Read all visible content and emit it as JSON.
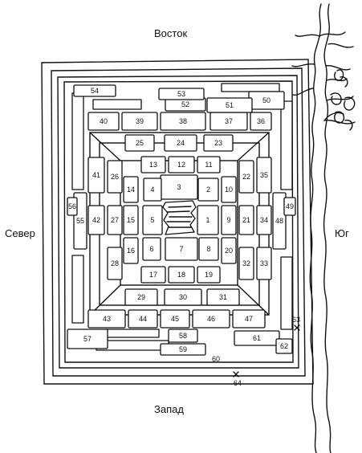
{
  "directions": {
    "east": "Восток",
    "west": "Запад",
    "north": "Север",
    "south": "Юг"
  },
  "plots": [
    {
      "id": "1",
      "label": "1"
    },
    {
      "id": "2",
      "label": "2"
    },
    {
      "id": "3",
      "label": "3"
    },
    {
      "id": "4",
      "label": "4"
    },
    {
      "id": "5",
      "label": "5"
    },
    {
      "id": "6",
      "label": "6"
    },
    {
      "id": "7",
      "label": "7"
    },
    {
      "id": "8",
      "label": "8"
    },
    {
      "id": "9",
      "label": "9"
    },
    {
      "id": "10",
      "label": "10"
    },
    {
      "id": "11",
      "label": "11"
    },
    {
      "id": "12",
      "label": "12"
    },
    {
      "id": "13",
      "label": "13"
    },
    {
      "id": "14",
      "label": "14"
    },
    {
      "id": "15",
      "label": "15"
    },
    {
      "id": "16",
      "label": "16"
    },
    {
      "id": "17",
      "label": "17"
    },
    {
      "id": "18",
      "label": "18"
    },
    {
      "id": "19",
      "label": "19"
    },
    {
      "id": "20",
      "label": "20"
    },
    {
      "id": "21",
      "label": "21"
    },
    {
      "id": "22",
      "label": "22"
    },
    {
      "id": "23",
      "label": "23"
    },
    {
      "id": "24",
      "label": "24"
    },
    {
      "id": "25",
      "label": "25"
    },
    {
      "id": "26",
      "label": "26"
    },
    {
      "id": "27",
      "label": "27"
    },
    {
      "id": "28",
      "label": "28"
    },
    {
      "id": "29",
      "label": "29"
    },
    {
      "id": "30",
      "label": "30"
    },
    {
      "id": "31",
      "label": "31"
    },
    {
      "id": "32",
      "label": "32"
    },
    {
      "id": "33",
      "label": "33"
    },
    {
      "id": "34",
      "label": "34"
    },
    {
      "id": "35",
      "label": "35"
    },
    {
      "id": "36",
      "label": "36"
    },
    {
      "id": "37",
      "label": "37"
    },
    {
      "id": "38",
      "label": "38"
    },
    {
      "id": "39",
      "label": "39"
    },
    {
      "id": "40",
      "label": "40"
    },
    {
      "id": "41",
      "label": "41"
    },
    {
      "id": "42",
      "label": "42"
    },
    {
      "id": "43",
      "label": "43"
    },
    {
      "id": "44",
      "label": "44"
    },
    {
      "id": "45",
      "label": "45"
    },
    {
      "id": "46",
      "label": "46"
    },
    {
      "id": "47",
      "label": "47"
    },
    {
      "id": "48",
      "label": "48"
    },
    {
      "id": "49",
      "label": "49"
    },
    {
      "id": "50",
      "label": "50"
    },
    {
      "id": "51",
      "label": "51"
    },
    {
      "id": "52",
      "label": "52"
    },
    {
      "id": "53",
      "label": "53"
    },
    {
      "id": "54",
      "label": "54"
    },
    {
      "id": "55",
      "label": "55"
    },
    {
      "id": "56",
      "label": "56"
    },
    {
      "id": "57",
      "label": "57"
    },
    {
      "id": "58",
      "label": "58"
    },
    {
      "id": "59",
      "label": "59"
    },
    {
      "id": "60",
      "label": "60"
    },
    {
      "id": "61",
      "label": "61"
    },
    {
      "id": "62",
      "label": "62"
    },
    {
      "id": "63",
      "label": "63"
    },
    {
      "id": "64",
      "label": "64"
    }
  ]
}
